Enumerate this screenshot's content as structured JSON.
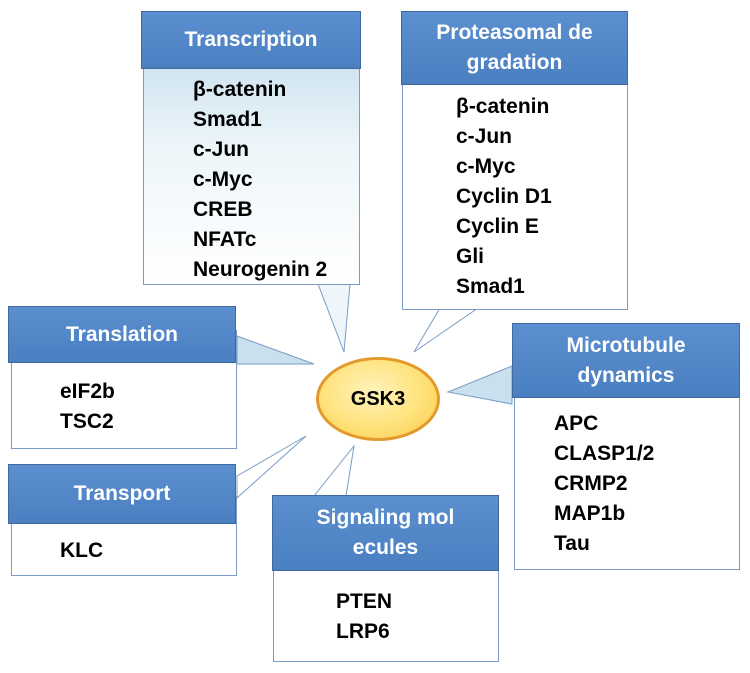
{
  "center": {
    "label": "GSK3"
  },
  "groups": {
    "transcription": {
      "title": "Transcription",
      "items": [
        "β-catenin",
        "Smad1",
        "c-Jun",
        "c-Myc",
        "CREB",
        "NFATc",
        "Neurogenin 2"
      ]
    },
    "proteasomal": {
      "title": "Proteasomal de gradation",
      "items": [
        "β-catenin",
        "c-Jun",
        "c-Myc",
        "Cyclin D1",
        "Cyclin E",
        "Gli",
        "Smad1"
      ]
    },
    "translation": {
      "title": "Translation",
      "items": [
        "eIF2b",
        "TSC2"
      ]
    },
    "microtubule": {
      "title": "Microtubule dynamics",
      "items": [
        "APC",
        "CLASP1/2",
        "CRMP2",
        "MAP1b",
        "Tau"
      ]
    },
    "transport": {
      "title": "Transport",
      "items": [
        "KLC"
      ]
    },
    "signaling": {
      "title": "Signaling mol ecules",
      "items": [
        "PTEN",
        "LRP6"
      ]
    }
  },
  "colors": {
    "header_fill": "#4a7fc1",
    "callout_fill": "#c9e0ee",
    "box_border": "#7a9cc6",
    "node_fill": "#ffe27a",
    "node_border": "#e39a2c"
  }
}
